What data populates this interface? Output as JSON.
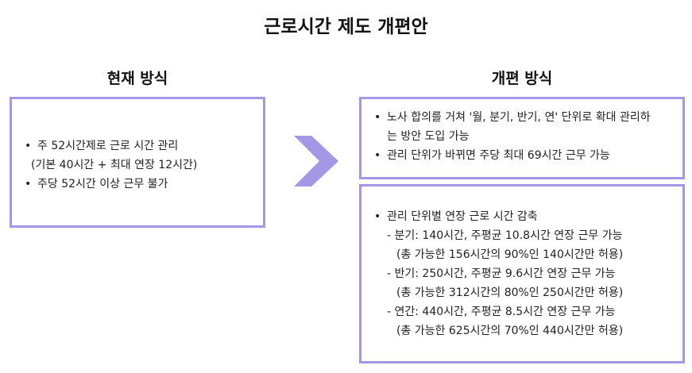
{
  "title": "근로시간 제도 개편안",
  "current": {
    "heading": "현재 방식",
    "items": [
      {
        "text": "주 52시간제로 근로 시간 관리",
        "note": "(기본 40시간 + 최대 연장 12시간)"
      },
      {
        "text": "주당 52시간 이상 근무 불가"
      }
    ]
  },
  "reform": {
    "heading": "개편 방식",
    "box1": {
      "items": [
        {
          "line1": "노사 합의를 거쳐 '월, 분기, 반기, 연' 단위로 확대 관리하",
          "line2": "는 방안 도입 가능"
        },
        {
          "line1": "관리 단위가 바뀌면 주당 최대 69시간 근무 가능"
        }
      ]
    },
    "box2": {
      "bullet": "관리 단위별 연장 근로 시간 감축",
      "subs": [
        {
          "main": "- 분기: 140시간, 주평균 10.8시간 연장 근무 가능",
          "detail": "(총 가능한 156시간의 90%인 140시간만 허용)"
        },
        {
          "main": "- 반기: 250시간, 주평균 9.6시간 연장 근무 가능",
          "detail": "(총 가능한 312시간의 80%인 250시간만 허용)"
        },
        {
          "main": "- 연간: 440시간, 주평균 8.5시간 연장 근무 가능",
          "detail": "(총 가능한 625시간의 70%인 440시간만 허용)"
        }
      ]
    }
  },
  "colors": {
    "accent": "#a397e6",
    "arrow": "#a497e6",
    "text": "#222222"
  },
  "arrow_icon": "chevron-right-icon"
}
